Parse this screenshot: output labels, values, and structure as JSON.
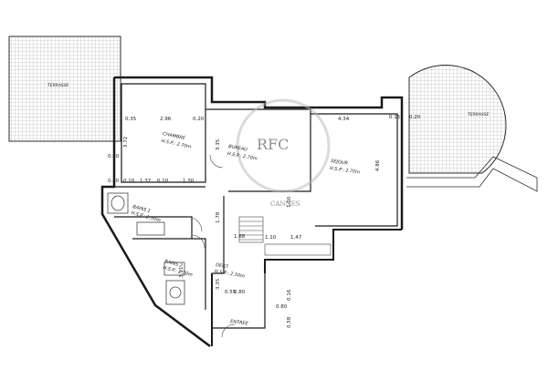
{
  "colors": {
    "line": "#2b2b2b",
    "wall": "#1a1a1a",
    "hatch": "#7a7a7a",
    "watermark": "#b8b8b8"
  },
  "rooms": {
    "chambre": "CHAMBRE",
    "chambre_hsp": "H.S.P.: 2.70m",
    "bureau": "BUREAU",
    "bureau_hsp": "H.S.P.: 2.70m",
    "sejour": "SEJOUR",
    "sejour_hsp": "H.S.P.: 2.70m",
    "bain1": "BAINS 1",
    "bain1_hsp": "H.S.P.: 2.50m",
    "bain2": "BAINS 2",
    "bain2_hsp": "H.S.P.: 2.50m",
    "degt": "DEGT",
    "degt_hsp": "H.S.P.: 2.50m",
    "entree": "ENTREE",
    "terrasse_left": "TERRASSE",
    "terrasse_right": "TERRASSE"
  },
  "dimensions": {
    "d_035": "0.35",
    "d_296": "2.96",
    "d_020": "0.20",
    "d_434": "4.34",
    "d_015": "0.15",
    "d_020b": "0.20",
    "d_372": "3.72",
    "d_060": "0.60",
    "d_080": "0.80",
    "d_010a": "0.10",
    "d_137": "1.37",
    "d_010b": "0.10",
    "d_130": "1.30",
    "d_335": "3.35",
    "d_486": "4.86",
    "d_178": "1.78",
    "d_100": "1.00",
    "d_110": "1.10",
    "d_147": "1.47",
    "d_168": "1.68",
    "d_311": "3.11",
    "d_335b": "3.35",
    "d_055": "0.55",
    "d_080b": "0.80",
    "d_016": "0.16",
    "d_080c": "0.80",
    "d_058": "0.58"
  },
  "watermark": {
    "monogram": "RFC",
    "word": "CANNES"
  }
}
